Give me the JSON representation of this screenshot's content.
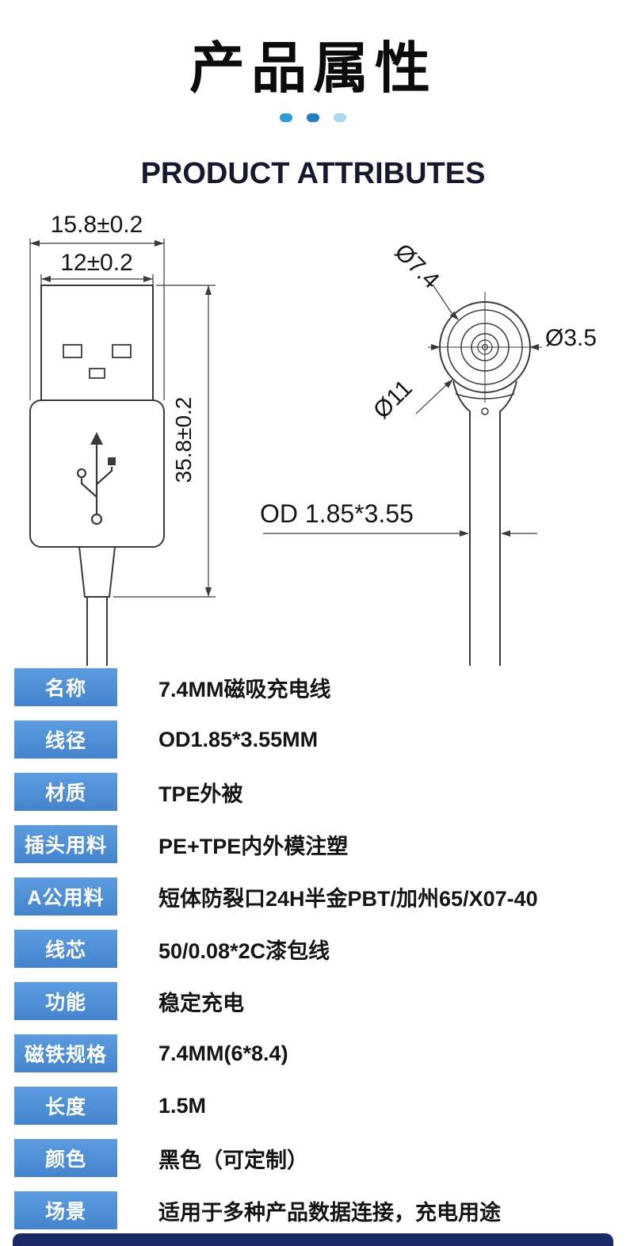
{
  "header": {
    "title": "产品属性",
    "subtitle": "PRODUCT ATTRIBUTES"
  },
  "drawing": {
    "dims": {
      "outer_width": "15.8±0.2",
      "inner_width": "12±0.2",
      "length": "35.8±0.2",
      "face_diameter": "Ø7.4",
      "pin_diameter": "Ø3.5",
      "outer_diameter": "Ø11",
      "cable_od": "OD 1.85*3.55"
    }
  },
  "attributes": {
    "rows": [
      {
        "label": "名称",
        "value": "7.4MM磁吸充电线"
      },
      {
        "label": "线径",
        "value": "OD1.85*3.55MM"
      },
      {
        "label": "材质",
        "value": "TPE外被"
      },
      {
        "label": "插头用料",
        "value": "PE+TPE内外模注塑"
      },
      {
        "label": "A公用料",
        "value": "短体防裂口24H半金PBT/加州65/X07-40"
      },
      {
        "label": "线芯",
        "value": "50/0.08*2C漆包线"
      },
      {
        "label": "功能",
        "value": "稳定充电"
      },
      {
        "label": "磁铁规格",
        "value": "7.4MM(6*8.4)"
      },
      {
        "label": "长度",
        "value": "1.5M"
      },
      {
        "label": "颜色",
        "value": "黑色（可定制）"
      },
      {
        "label": "场景",
        "value": "适用于多种产品数据连接，充电用途"
      }
    ]
  },
  "colors": {
    "label_blue_top": "#5c9ce0",
    "label_blue_bottom": "#4384cd",
    "footer_bar": "#1b2a66",
    "dots": [
      "#2f9ad8",
      "#1f7fc0",
      "#a7d9f2"
    ]
  }
}
